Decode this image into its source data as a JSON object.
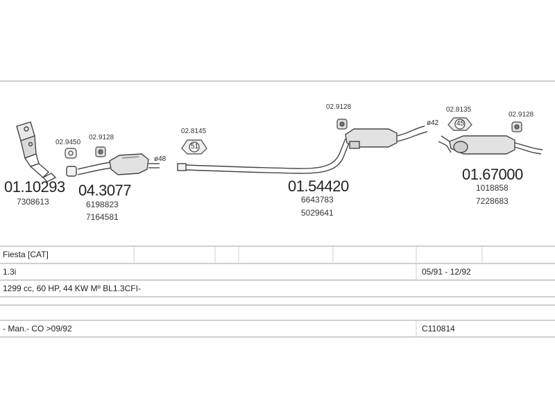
{
  "colors": {
    "line": "#cfcfcf",
    "drawing": "#444444",
    "text": "#222222"
  },
  "parts": {
    "manifold": {
      "number": "01.10293",
      "refs": [
        "7308613"
      ]
    },
    "front_pipe": {
      "number": "04.3077",
      "refs": [
        "6198823",
        "7164581"
      ]
    },
    "middle": {
      "number": "01.54420",
      "refs": [
        "6643783",
        "5029641"
      ]
    },
    "rear": {
      "number": "01.67000",
      "refs": [
        "1018858",
        "7228683"
      ]
    }
  },
  "accessories": {
    "seal_manifold": "02.9450",
    "clamp_front": "02.9128",
    "hanger_front": "02.8145",
    "clamp_middle": "02.9128",
    "hanger_rear": "02.8135",
    "clamp_rear": "02.9128"
  },
  "diameters": {
    "front": "ø48",
    "middle": "ø42"
  },
  "hanger_labels": {
    "front": "51",
    "rear": "45"
  },
  "table": {
    "model": "Fiesta  [CAT]",
    "engine": "1.3i",
    "years": "05/91 - 12/92",
    "specs": "1299 cc, 60 HP, 44 KW  Mº BL1.3CFI-",
    "notes": "- Man.- CO >09/92",
    "code": "C110814"
  }
}
